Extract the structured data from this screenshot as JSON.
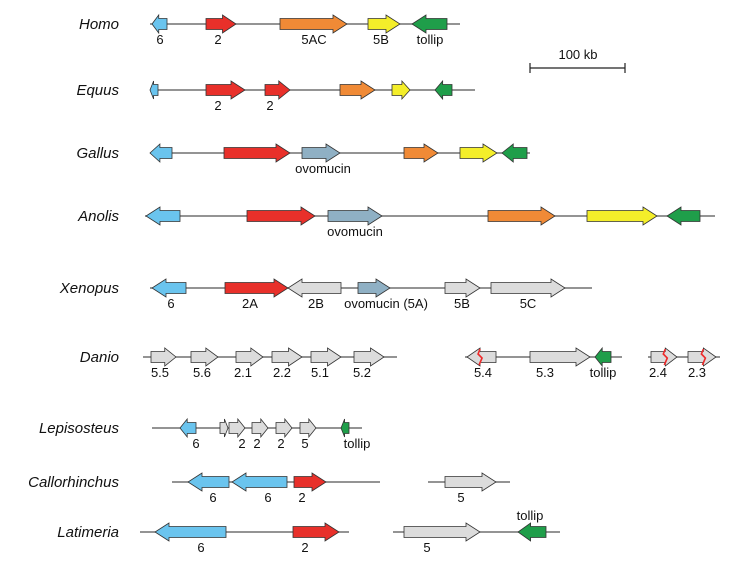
{
  "colors": {
    "red": "#e8302a",
    "orange": "#f08a36",
    "yellow": "#f4ee2a",
    "green": "#1f9e4a",
    "blue": "#6ac4ee",
    "steel": "#8fb0c4",
    "gray": "#dcdcdc",
    "break": "#ee2a2a"
  },
  "scale_bar": {
    "label": "100 kb"
  },
  "rows": [
    {
      "species": "Homo",
      "genes": [
        {
          "label": "6",
          "color": "blue",
          "strand": "-"
        },
        {
          "label": "2",
          "color": "red",
          "strand": "+"
        },
        {
          "label": "5AC",
          "color": "orange",
          "strand": "+"
        },
        {
          "label": "5B",
          "color": "yellow",
          "strand": "+"
        },
        {
          "label": "tollip",
          "color": "green",
          "strand": "-"
        }
      ]
    },
    {
      "species": "Equus",
      "genes": [
        {
          "label": "",
          "color": "blue",
          "strand": "-"
        },
        {
          "label": "2",
          "color": "red",
          "strand": "+"
        },
        {
          "label": "2",
          "color": "red",
          "strand": "+"
        },
        {
          "label": "",
          "color": "orange",
          "strand": "+"
        },
        {
          "label": "",
          "color": "yellow",
          "strand": "+"
        },
        {
          "label": "",
          "color": "green",
          "strand": "-"
        }
      ]
    },
    {
      "species": "Gallus",
      "genes": [
        {
          "label": "",
          "color": "blue",
          "strand": "-"
        },
        {
          "label": "",
          "color": "red",
          "strand": "+"
        },
        {
          "label": "ovomucin",
          "color": "steel",
          "strand": "+"
        },
        {
          "label": "",
          "color": "orange",
          "strand": "+"
        },
        {
          "label": "",
          "color": "yellow",
          "strand": "+"
        },
        {
          "label": "",
          "color": "green",
          "strand": "-"
        }
      ]
    },
    {
      "species": "Anolis",
      "genes": [
        {
          "label": "",
          "color": "blue",
          "strand": "-"
        },
        {
          "label": "",
          "color": "red",
          "strand": "+"
        },
        {
          "label": "ovomucin",
          "color": "steel",
          "strand": "+"
        },
        {
          "label": "",
          "color": "orange",
          "strand": "+"
        },
        {
          "label": "",
          "color": "yellow",
          "strand": "+"
        },
        {
          "label": "",
          "color": "green",
          "strand": "-"
        }
      ]
    },
    {
      "species": "Xenopus",
      "genes": [
        {
          "label": "6",
          "color": "blue",
          "strand": "-"
        },
        {
          "label": "2A",
          "color": "red",
          "strand": "+"
        },
        {
          "label": "2B",
          "color": "gray",
          "strand": "-"
        },
        {
          "label": "ovomucin (5A)",
          "color": "steel",
          "strand": "+"
        },
        {
          "label": "5B",
          "color": "gray",
          "strand": "+"
        },
        {
          "label": "5C",
          "color": "gray",
          "strand": "+"
        }
      ]
    },
    {
      "species": "Danio",
      "genes": [
        {
          "label": "5.5",
          "color": "gray",
          "strand": "+"
        },
        {
          "label": "5.6",
          "color": "gray",
          "strand": "+"
        },
        {
          "label": "2.1",
          "color": "gray",
          "strand": "+"
        },
        {
          "label": "2.2",
          "color": "gray",
          "strand": "+"
        },
        {
          "label": "5.1",
          "color": "gray",
          "strand": "+"
        },
        {
          "label": "5.2",
          "color": "gray",
          "strand": "+"
        },
        {
          "label": "5.4",
          "color": "gray",
          "strand": "-",
          "broken": true
        },
        {
          "label": "5.3",
          "color": "gray",
          "strand": "+"
        },
        {
          "label": "tollip",
          "color": "green",
          "strand": "-"
        },
        {
          "label": "2.4",
          "color": "gray",
          "strand": "+",
          "broken": true
        },
        {
          "label": "2.3",
          "color": "gray",
          "strand": "+",
          "broken": true
        }
      ]
    },
    {
      "species": "Lepisosteus",
      "genes": [
        {
          "label": "6",
          "color": "blue",
          "strand": "-"
        },
        {
          "label": "",
          "color": "gray",
          "strand": "+"
        },
        {
          "label": "2",
          "color": "gray",
          "strand": "+"
        },
        {
          "label": "2",
          "color": "gray",
          "strand": "+"
        },
        {
          "label": "2",
          "color": "gray",
          "strand": "+"
        },
        {
          "label": "5",
          "color": "gray",
          "strand": "+"
        },
        {
          "label": "tollip",
          "color": "green",
          "strand": "-"
        }
      ]
    },
    {
      "species": "Callorhinchus",
      "genes": [
        {
          "label": "6",
          "color": "blue",
          "strand": "-"
        },
        {
          "label": "6",
          "color": "blue",
          "strand": "-"
        },
        {
          "label": "2",
          "color": "red",
          "strand": "+"
        },
        {
          "label": "5",
          "color": "gray",
          "strand": "+"
        }
      ]
    },
    {
      "species": "Latimeria",
      "genes": [
        {
          "label": "6",
          "color": "blue",
          "strand": "-"
        },
        {
          "label": "2",
          "color": "red",
          "strand": "+"
        },
        {
          "label": "5",
          "color": "gray",
          "strand": "+"
        },
        {
          "label": "tollip",
          "color": "green",
          "strand": "-"
        }
      ]
    }
  ]
}
